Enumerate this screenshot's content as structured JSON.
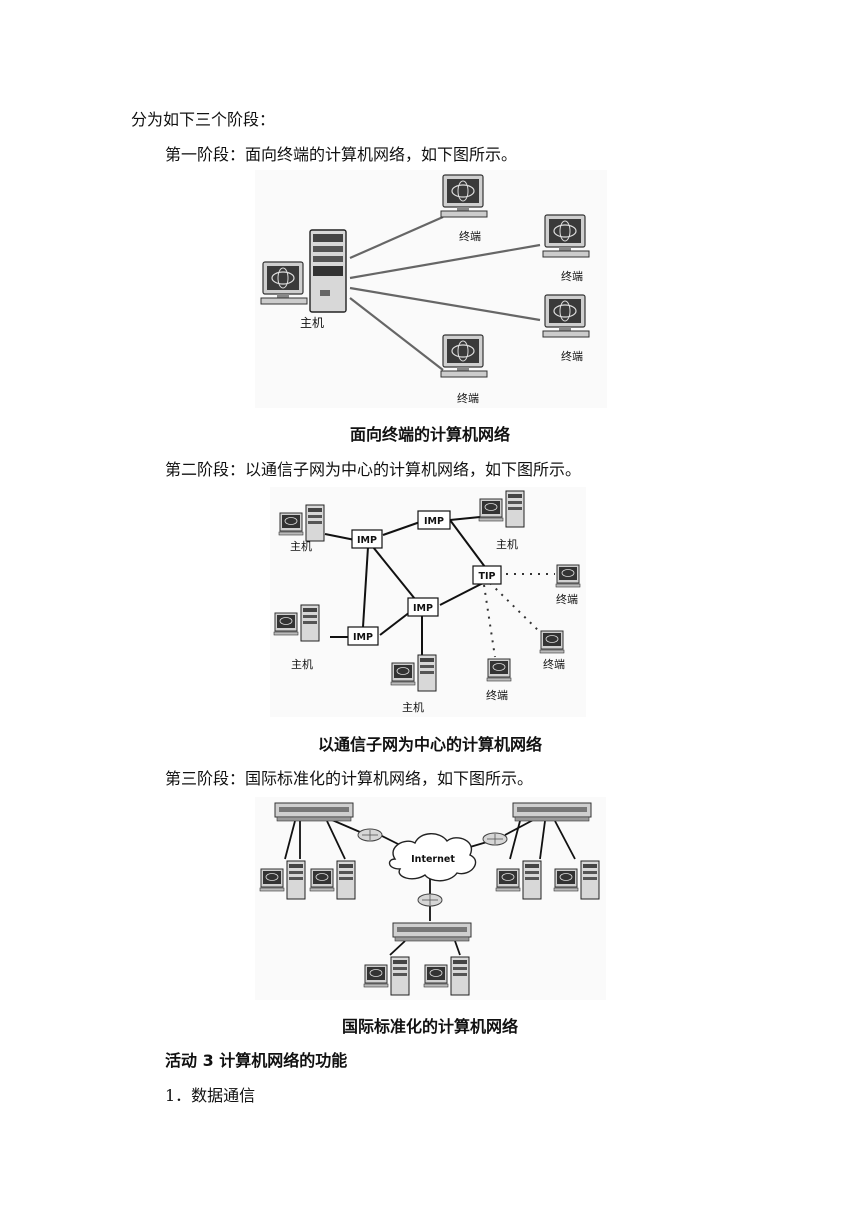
{
  "intro": "分为如下三个阶段：",
  "stages": [
    {
      "text": "第一阶段：面向终端的计算机网络，如下图所示。",
      "caption": "面向终端的计算机网络",
      "labels": {
        "host": "主机",
        "terminal": "终端"
      }
    },
    {
      "text": "第二阶段：以通信子网为中心的计算机网络，如下图所示。",
      "caption": "以通信子网为中心的计算机网络",
      "labels": {
        "host": "主机",
        "terminal": "终端",
        "imp": "IMP",
        "tip": "TIP"
      }
    },
    {
      "text": "第三阶段：国际标准化的计算机网络，如下图所示。",
      "caption": "国际标准化的计算机网络",
      "labels": {
        "internet": "Internet"
      }
    }
  ],
  "activity": {
    "title": "活动 3  计算机网络的功能"
  },
  "list_item": "1．数据通信"
}
